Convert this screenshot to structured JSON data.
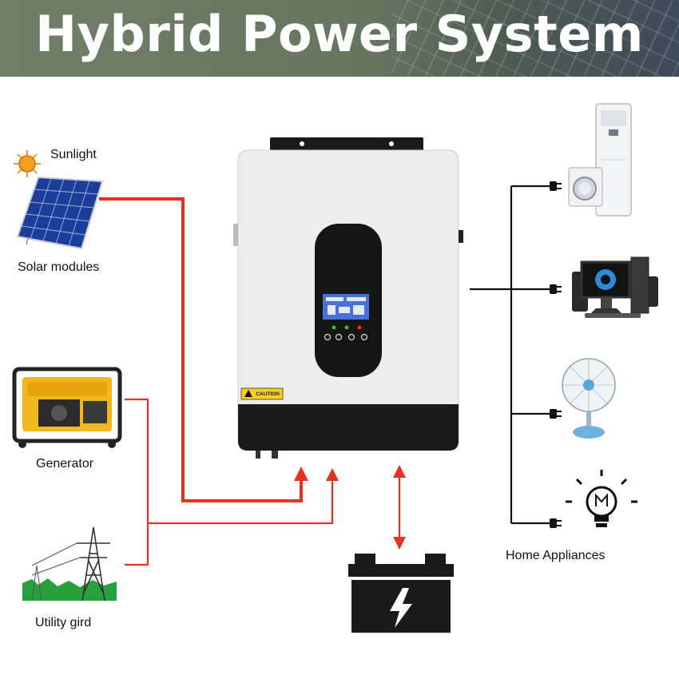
{
  "banner": {
    "title": "Hybrid Power System"
  },
  "labels": {
    "sunlight": "Sunlight",
    "solar_modules": "Solar modules",
    "generator": "Generator",
    "utility_grid": "Utility gird",
    "home_appliances": "Home Appliances"
  },
  "inverter": {
    "caution_label": "CAUTION"
  },
  "colors": {
    "power_line": "#e8321f",
    "load_line": "#111111",
    "inverter_body": "#ededed",
    "inverter_dark": "#1a1a1a",
    "lcd": "#4a6fd6"
  },
  "icons": [
    "sun-icon",
    "solar-panel-icon",
    "generator-icon",
    "transmission-tower-icon",
    "battery-icon",
    "air-conditioner-icon",
    "washing-machine-icon",
    "computer-icon",
    "fan-icon",
    "light-bulb-icon",
    "plug-icon"
  ]
}
